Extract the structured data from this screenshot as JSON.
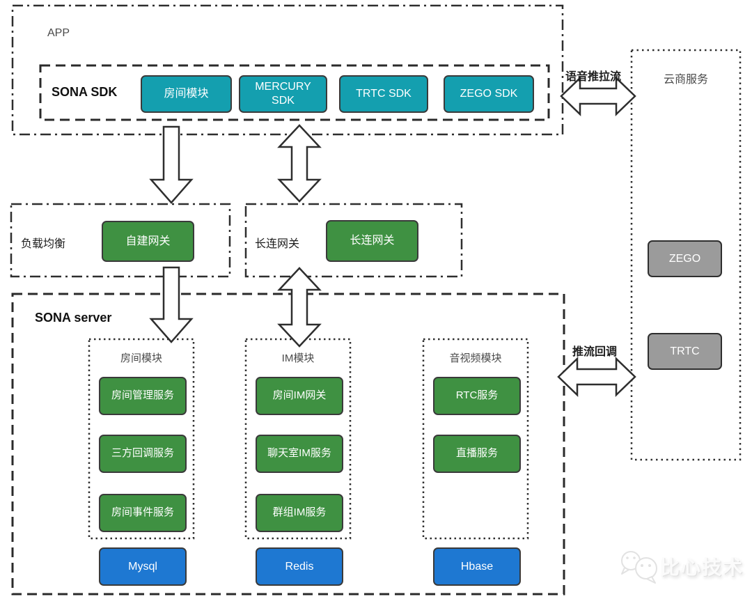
{
  "app": {
    "label": "APP",
    "sdk": {
      "label": "SONA SDK",
      "modules": [
        "房间模块",
        "MERCURY SDK",
        "TRTC SDK",
        "ZEGO SDK"
      ]
    }
  },
  "gateways": {
    "lb": {
      "label": "负载均衡",
      "node": "自建网关"
    },
    "lc": {
      "label": "长连网关",
      "node": "长连网关"
    }
  },
  "cloud": {
    "label": "云商服务",
    "providers": [
      "ZEGO",
      "TRTC"
    ]
  },
  "server": {
    "label": "SONA server",
    "modules": [
      {
        "title": "房间模块",
        "services": [
          "房间管理服务",
          "三方回调服务",
          "房间事件服务"
        ],
        "storage": "Mysql"
      },
      {
        "title": "IM模块",
        "services": [
          "房间IM网关",
          "聊天室IM服务",
          "群组IM服务"
        ],
        "storage": "Redis"
      },
      {
        "title": "音视频模块",
        "services": [
          "RTC服务",
          "直播服务"
        ],
        "storage": "Hbase"
      }
    ]
  },
  "links": {
    "voice_label": "语音推拉流",
    "callback_label": "推流回调"
  },
  "watermark": {
    "text": "比心技术"
  },
  "colors": {
    "teal": "#149faf",
    "green": "#3f9142",
    "blue": "#1e78d2",
    "gray": "#9b9b9b",
    "stroke": "#2e2e2e"
  }
}
